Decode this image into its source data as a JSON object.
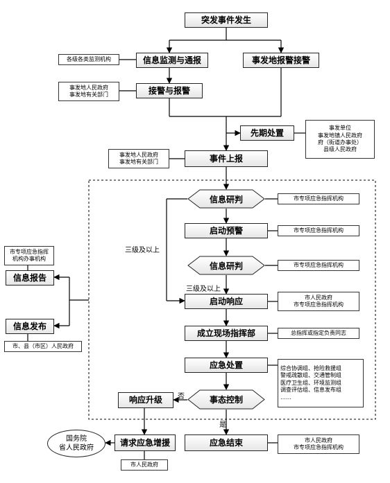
{
  "nodes": {
    "occur": "突发事件发生",
    "monitor": "信息监测与通报",
    "alarm": "事发地报警接警",
    "receive": "接警与报警",
    "first": "先期处置",
    "upreport": "事件上报",
    "judge1": "信息研判",
    "warn": "启动预警",
    "judge2": "信息研判",
    "respond": "启动响应",
    "hq": "成立现场指挥部",
    "handle": "应急处置",
    "control": "事态控制",
    "upgrade": "响应升级",
    "request": "请求应急增援",
    "end": "应急结束",
    "inforeport": "信息报告",
    "release": "信息发布"
  },
  "notes": {
    "monitor_org": [
      "各级各类监测机构"
    ],
    "receive_org": [
      "事发地人民政府",
      "事发地有关部门"
    ],
    "first_org": [
      "事发单位",
      "事发地镇人民政府",
      "府（街道办事处）",
      "县级人民政府"
    ],
    "upreport_org": [
      "事发地人民政府",
      "事发地有关部门"
    ],
    "judge1_org": [
      "市专项应急指挥机构"
    ],
    "warn_org": [
      "市专项应急指挥机构"
    ],
    "judge2_org": [
      "市专项应急指挥机构"
    ],
    "respond_org": [
      "市人民政府",
      "市专项应急指挥机构"
    ],
    "hq_org": [
      "总指挥或指定负责同志"
    ],
    "handle_org": [
      "综合协调组、抢险救援组",
      "警戒疏散组、交通管制组",
      "医疗卫生组、环境监测组",
      "调查评估组、信息发布组",
      "……"
    ],
    "end_org": [
      "市人民政府",
      "市专项应急指挥机构"
    ],
    "request_org": [
      "市人民政府"
    ],
    "report_org": [
      "市专项应急指挥",
      "机构办事机构"
    ],
    "release_org": [
      "市、县（市区）人民政府"
    ],
    "state": [
      "国务院",
      "省人民政府"
    ]
  },
  "labels": {
    "level_a": "三级及以上",
    "level_b": "三级及以上",
    "no": "否",
    "yes": "是"
  }
}
